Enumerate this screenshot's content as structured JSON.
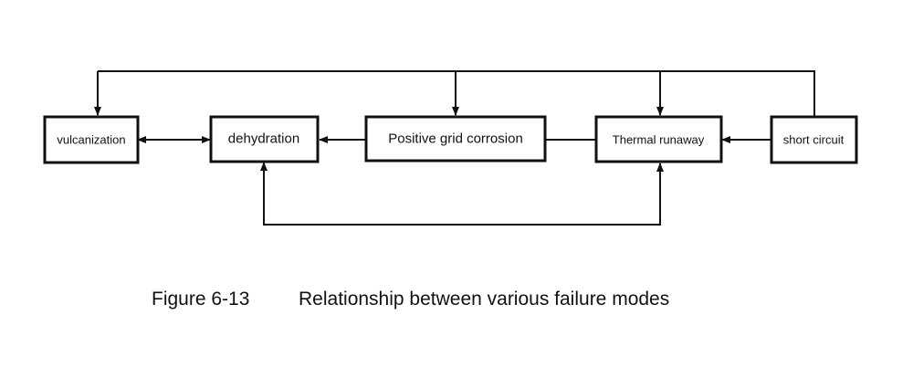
{
  "diagram": {
    "nodes": {
      "vulcanization": "vulcanization",
      "dehydration": "dehydration",
      "corrosion": "Positive grid corrosion",
      "thermal": "Thermal runaway",
      "short": "short circuit"
    },
    "colors": {
      "stroke": "#111111",
      "background": "#ffffff"
    }
  },
  "caption": {
    "label": "Figure 6-13",
    "text": "Relationship between various failure modes"
  }
}
